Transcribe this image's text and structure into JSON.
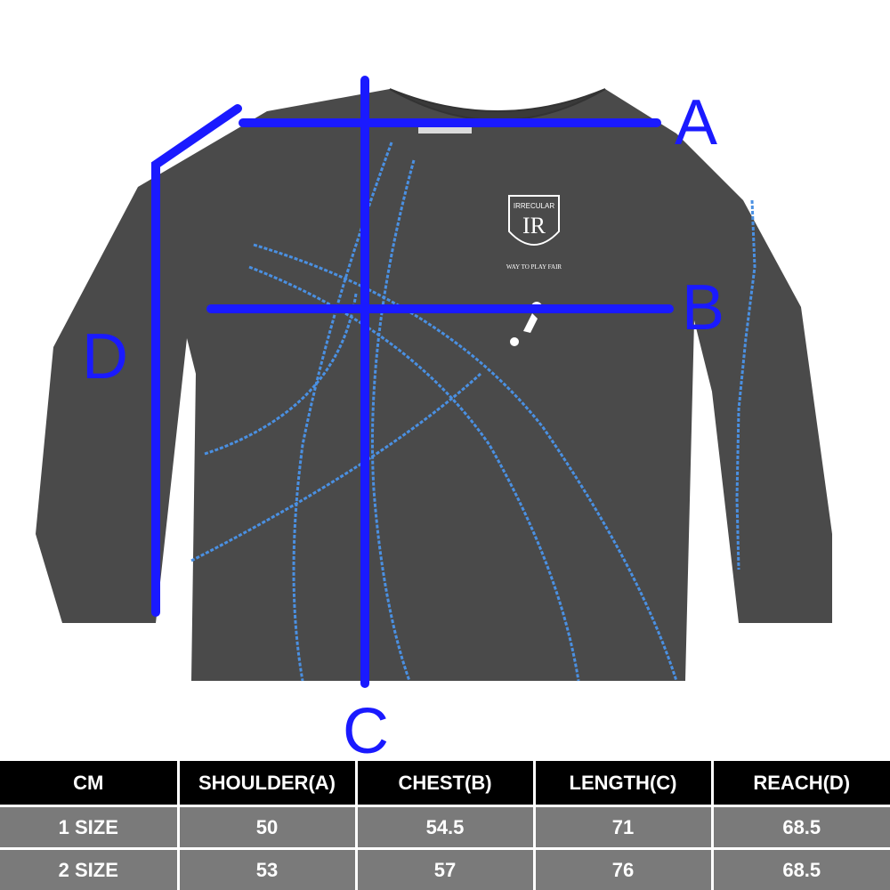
{
  "measure_labels": {
    "a": "A",
    "b": "B",
    "c": "C",
    "d": "D"
  },
  "logo_text": {
    "brand": "IRRECULAR",
    "slogan": "WAY TO PLAY FAIR"
  },
  "colors": {
    "shirt": "#4a4a4a",
    "stitching": "#4a90e2",
    "measure_lines": "#1a1aff",
    "table_header_bg": "#000000",
    "table_row_bg": "#7a7a7a"
  },
  "size_table": {
    "headers": [
      "CM",
      "SHOULDER(A)",
      "CHEST(B)",
      "LENGTH(C)",
      "REACH(D)"
    ],
    "rows": [
      [
        "1 SIZE",
        "50",
        "54.5",
        "71",
        "68.5"
      ],
      [
        "2 SIZE",
        "53",
        "57",
        "76",
        "68.5"
      ]
    ]
  }
}
